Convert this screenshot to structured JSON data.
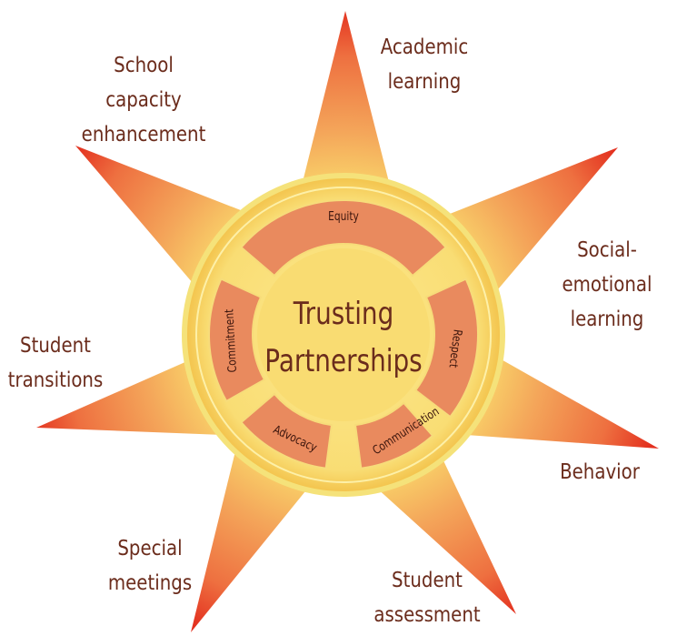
{
  "center": {
    "line1": "Trusting",
    "line2": "Partnerships"
  },
  "segments": [
    "Equity",
    "Respect",
    "Communication",
    "Advocacy",
    "Commitment"
  ],
  "rays": [
    {
      "label": "Academic\nlearning"
    },
    {
      "label": "Social-emotional\nlearning"
    },
    {
      "label": "Behavior"
    },
    {
      "label": "Student\nassessment"
    },
    {
      "label": "Special\nmeetings"
    },
    {
      "label": "Student\ntransitions"
    },
    {
      "label": "School\ncapacity\nenhancement"
    }
  ],
  "colors": {
    "text": "#6b2c1c",
    "ring_fill": "#f7d66a",
    "segment_fill": "#e98a5e",
    "ray_tip": "#e63a24",
    "ray_base": "#f9d46a"
  }
}
